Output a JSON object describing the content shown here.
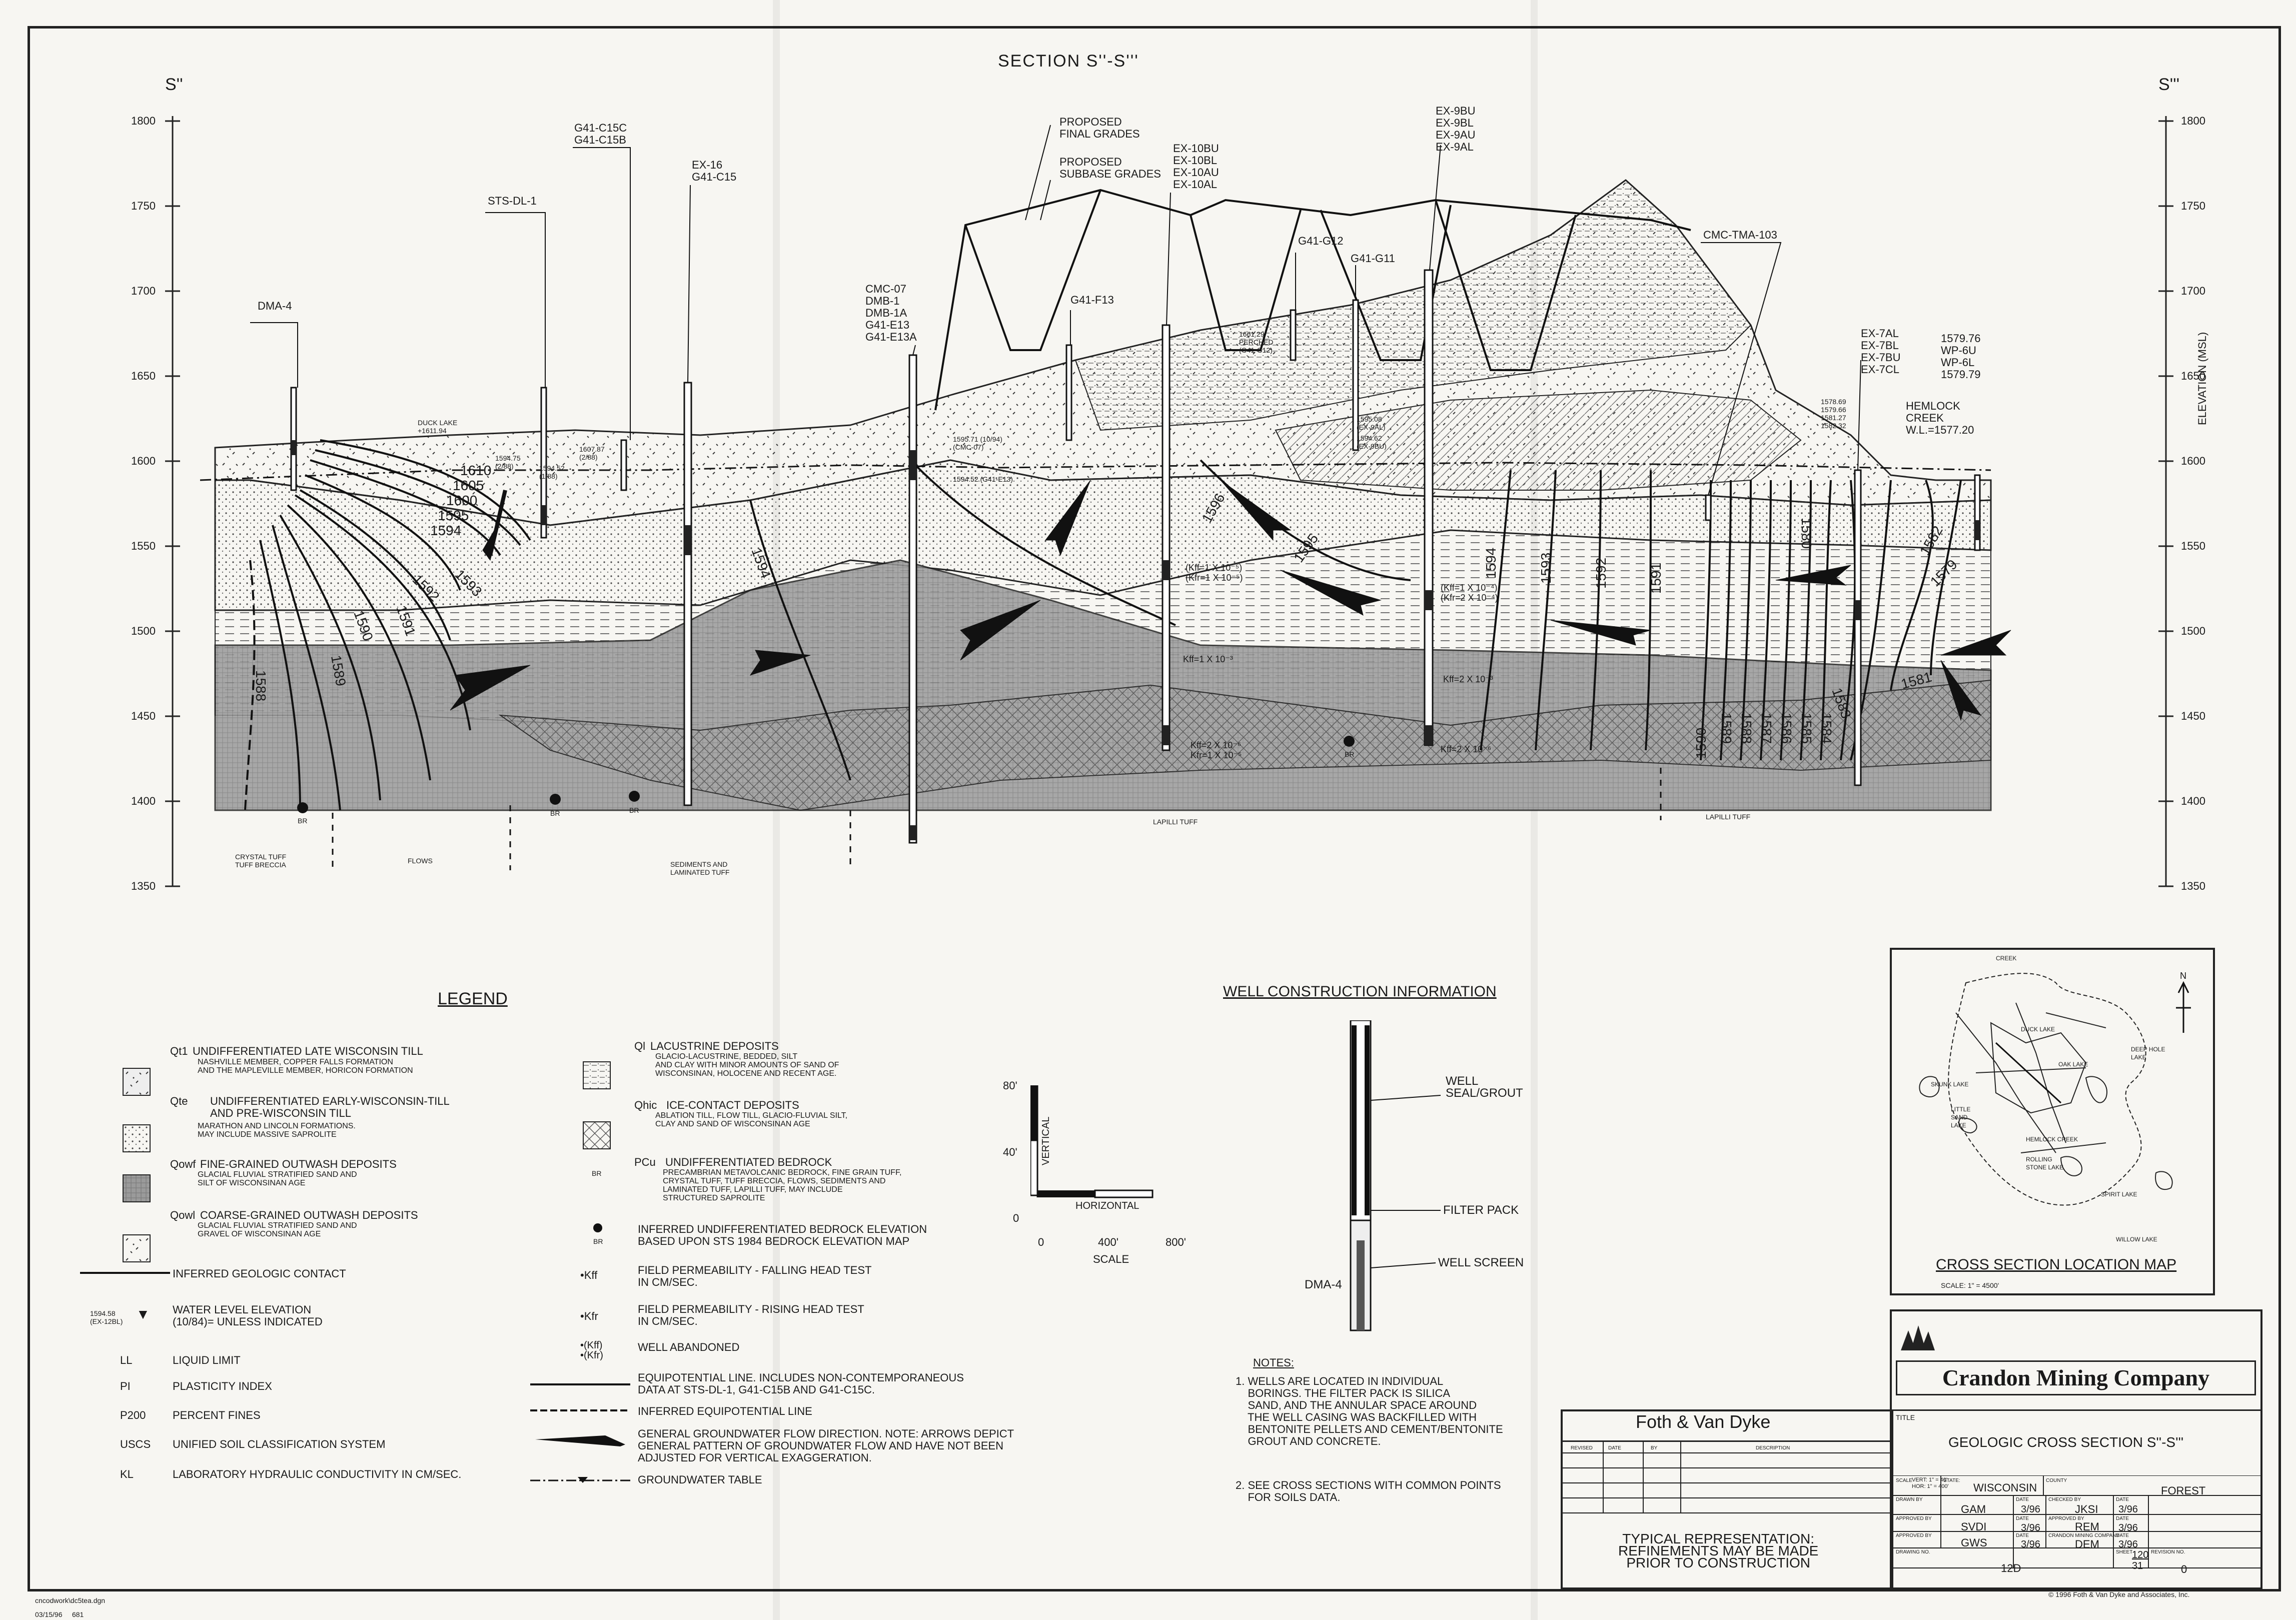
{
  "section": {
    "title": "SECTION S''-S'''",
    "left_label": "S''",
    "right_label": "S'''",
    "elevation_axis_label": "ELEVATION (MSL)",
    "y_ticks": [
      "1800",
      "1750",
      "1700",
      "1650",
      "1600",
      "1550",
      "1500",
      "1450",
      "1400",
      "1350"
    ],
    "proposed_final": "PROPOSED\nFINAL GRADES",
    "proposed_subbase": "PROPOSED\nSUBBASE GRADES",
    "duck_lake": "DUCK LAKE\n+1611.94",
    "hemlock_creek": "HEMLOCK\nCREEK\nW.L.=1577.20",
    "perched": "1661.29\nPERCHED\n(G41-G12)",
    "wells": [
      {
        "id": "dma4",
        "label": "DMA-4"
      },
      {
        "id": "stsdl1",
        "label": "STS-DL-1"
      },
      {
        "id": "g41c15c",
        "label": "G41-C15C\nG41-C15B"
      },
      {
        "id": "ex16",
        "label": "EX-16\nG41-C15"
      },
      {
        "id": "cmc07",
        "label": "CMC-07\nDMB-1\nDMB-1A\nG41-E13\nG41-E13A"
      },
      {
        "id": "g41f13",
        "label": "G41-F13"
      },
      {
        "id": "ex10bu",
        "label": "EX-10BU\nEX-10BL\nEX-10AU\nEX-10AL"
      },
      {
        "id": "g41g12",
        "label": "G41-G12"
      },
      {
        "id": "g41g11",
        "label": "G41-G11"
      },
      {
        "id": "ex9bu",
        "label": "EX-9BU\nEX-9BL\nEX-9AU\nEX-9AL"
      },
      {
        "id": "cmctma103",
        "label": "CMC-TMA-103"
      },
      {
        "id": "ex7al",
        "label": "EX-7AL\nEX-7BL\nEX-7BU\nEX-7CL"
      },
      {
        "id": "wp6u",
        "label": "1579.76\nWP-6U\nWP-6L\n1579.79"
      }
    ],
    "equipotentials_left": [
      "1610",
      "1605",
      "1600",
      "1595",
      "1594",
      "1593",
      "1592",
      "1591",
      "1590",
      "1589",
      "1588"
    ],
    "equipotentials_mid": [
      "1594",
      "1596",
      "1595"
    ],
    "equipotentials_right": [
      "1594",
      "1593",
      "1592",
      "1591",
      "1590",
      "1589",
      "1588",
      "1587",
      "1586",
      "1585",
      "1584",
      "1583",
      "1582",
      "1581",
      "1580",
      "1579"
    ],
    "bottom_labels": {
      "crystal_tuff": "CRYSTAL TUFF\nTUFF BRECCIA",
      "flows": "FLOWS",
      "sediments": "SEDIMENTS AND\nLAMINATED TUFF",
      "lapilli1": "LAPILLI TUFF",
      "lapilli2": "LAPILLI TUFF",
      "br": "BR"
    },
    "perm_labels": [
      "(Kff=1 X 10⁻⁵)\n(Kfr=1 X 10⁻⁵)",
      "Kff=1 X 10⁻³",
      "Kff=2 X 10⁻⁶\nKfr=1 X 10⁻⁵",
      "(Kff=1 X 10⁻⁴)\n(Kfr=2 X 10⁻⁴)",
      "Kff=2 X 10⁻³",
      "Kff=2 X 10⁻⁶"
    ],
    "water_levels": [
      "1594.75\n(2/88)",
      "1594.52\n(1/88)",
      "1607.87\n(2/88)",
      "1595.71 (10/94)\n(CMC-07)",
      "1594.52 (G41-E13)",
      "1595.08\n(EX-9AL)",
      "1594.62\n(EX-9BU)",
      "1578.69\n1579.66\n1581.27\n1582.32"
    ]
  },
  "legend": {
    "title": "LEGEND",
    "units_left": [
      {
        "code": "Qt1",
        "name": "UNDIFFERENTIATED LATE WISCONSIN TILL",
        "desc": "NASHVILLE MEMBER, COPPER FALLS FORMATION\nAND THE MAPLEVILLE MEMBER, HORICON FORMATION"
      },
      {
        "code": "Qte",
        "name": "UNDIFFERENTIATED EARLY-WISCONSIN-TILL\nAND PRE-WISCONSIN TILL",
        "desc": "MARATHON AND LINCOLN FORMATIONS.\nMAY INCLUDE MASSIVE SAPROLITE"
      },
      {
        "code": "Qowf",
        "name": "FINE-GRAINED OUTWASH DEPOSITS",
        "desc": "GLACIAL FLUVIAL STRATIFIED SAND AND\nSILT OF WISCONSINAN AGE"
      },
      {
        "code": "Qowl",
        "name": "COARSE-GRAINED OUTWASH DEPOSITS",
        "desc": "GLACIAL FLUVIAL STRATIFIED SAND AND\nGRAVEL OF WISCONSINAN AGE"
      }
    ],
    "units_right": [
      {
        "code": "Ql",
        "name": "LACUSTRINE DEPOSITS",
        "desc": "GLACIO-LACUSTRINE, BEDDED, SILT\nAND CLAY WITH MINOR AMOUNTS OF SAND OF\nWISCONSINAN, HOLOCENE AND RECENT AGE."
      },
      {
        "code": "Qhic",
        "name": "ICE-CONTACT DEPOSITS",
        "desc": "ABLATION TILL, FLOW TILL, GLACIO-FLUVIAL SILT,\nCLAY AND SAND OF WISCONSINAN AGE"
      },
      {
        "code": "PCu",
        "name": "UNDIFFERENTIATED BEDROCK",
        "desc": "PRECAMBRIAN METAVOLCANIC BEDROCK, FINE GRAIN TUFF,\nCRYSTAL TUFF, TUFF BRECCIA, FLOWS, SEDIMENTS AND\nLAMINATED TUFF, LAPILLI TUFF, MAY INCLUDE\nSTRUCTURED SAPROLITE"
      }
    ],
    "inferred_contact": "INFERRED GEOLOGIC CONTACT",
    "water_level": "WATER LEVEL ELEVATION\n(10/84)= UNLESS INDICATED",
    "water_level_sym": "1594.58\n(EX-12BL)",
    "abbrevs": [
      {
        "k": "LL",
        "v": "LIQUID LIMIT"
      },
      {
        "k": "PI",
        "v": "PLASTICITY INDEX"
      },
      {
        "k": "P200",
        "v": "PERCENT FINES"
      },
      {
        "k": "USCS",
        "v": "UNIFIED SOIL CLASSIFICATION SYSTEM"
      },
      {
        "k": "KL",
        "v": "LABORATORY HYDRAULIC CONDUCTIVITY IN CM/SEC."
      }
    ],
    "bedrock_elev": "INFERRED UNDIFFERENTIATED BEDROCK ELEVATION\nBASED UPON STS 1984 BEDROCK ELEVATION MAP",
    "br": "BR",
    "kff_sym": "•Kff",
    "kff": "FIELD PERMEABILITY - FALLING HEAD TEST\nIN CM/SEC.",
    "kfr_sym": "•Kfr",
    "kfr": "FIELD PERMEABILITY - RISING HEAD TEST\nIN CM/SEC.",
    "abandoned_sym": "•(Kff)\n•(Kfr)",
    "abandoned": "WELL ABANDONED",
    "equipotential": "EQUIPOTENTIAL LINE. INCLUDES NON-CONTEMPORANEOUS\nDATA AT STS-DL-1, G41-C15B AND G41-C15C.",
    "inferred_equip": "INFERRED EQUIPOTENTIAL LINE",
    "flow": "GENERAL GROUNDWATER FLOW DIRECTION. NOTE: ARROWS DEPICT\nGENERAL PATTERN OF GROUNDWATER FLOW AND HAVE NOT BEEN\nADJUSTED FOR VERTICAL EXAGGERATION.",
    "gw_table": "GROUNDWATER TABLE"
  },
  "scale": {
    "vertical": "VERTICAL",
    "horizontal": "HORIZONTAL",
    "label": "SCALE",
    "v_ticks": [
      "80'",
      "40'",
      "0"
    ],
    "h_ticks": [
      "0",
      "400'",
      "800'"
    ]
  },
  "well_info": {
    "title": "WELL CONSTRUCTION INFORMATION",
    "seal": "WELL\nSEAL/GROUT",
    "filter": "FILTER PACK",
    "screen": "WELL SCREEN",
    "well": "DMA-4"
  },
  "notes": {
    "title": "NOTES:",
    "items": [
      "1. WELLS ARE LOCATED IN INDIVIDUAL\n    BORINGS. THE FILTER PACK IS SILICA\n    SAND, AND THE ANNULAR SPACE AROUND\n    THE WELL CASING WAS BACKFILLED WITH\n    BENTONITE PELLETS AND CEMENT/BENTONITE\n    GROUT AND CONCRETE.",
      "2. SEE CROSS SECTIONS WITH COMMON POINTS\n    FOR SOILS DATA."
    ]
  },
  "map": {
    "title": "CROSS SECTION LOCATION MAP",
    "scale": "SCALE: 1\" = 4500'",
    "labels": [
      "CREEK",
      "DUCK LAKE",
      "LITTLE SAND LAKE",
      "SKUNK LAKE",
      "HEMLOCK CREEK",
      "DEEP HOLE LAKE",
      "ROLLING STONE LAKE",
      "OAK LAKE",
      "SPIRIT LAKE",
      "WILLOW LAKE"
    ]
  },
  "title_block": {
    "company": "Crandon Mining Company",
    "firm": "Foth & Van Dyke",
    "rev_headers": [
      "REVISED",
      "DATE",
      "BY",
      "DESCRIPTION"
    ],
    "typical": "TYPICAL REPRESENTATION:\nREFINEMENTS MAY BE MADE\nPRIOR TO CONSTRUCTION",
    "title_label": "TITLE",
    "title": "GEOLOGIC CROSS SECTION S''-S'''",
    "scale_label": "SCALE",
    "scale_val": "VERT: 1\" = 40'\nHOR: 1\" = 400'",
    "state_label": "STATE:",
    "state": "WISCONSIN",
    "county_label": "COUNTY",
    "county": "FOREST",
    "drawn_label": "DRAWN BY",
    "drawn": "GAM",
    "date1": "3/96",
    "checked_label": "CHECKED BY",
    "checked": "JKSI",
    "date2": "3/96",
    "approved_label": "APPROVED BY",
    "approved1": "SVDI",
    "date3": "3/96",
    "approved2": "REM",
    "date4": "3/96",
    "approved3": "GWS",
    "date5": "3/96",
    "cmc_label": "CRANDON MINING COMPANY",
    "cmc": "DEM",
    "date6": "3/96",
    "date_label": "DATE",
    "drawing_label": "DRAWING NO.",
    "drawing": "12D",
    "sheet_label": "SHEET",
    "sheet": "120",
    "of": "31",
    "revision_label": "REVISION NO.",
    "revision": "0",
    "copyright": "© 1996 Foth & Van Dyke and Associates, Inc."
  },
  "file_path": "cncodwork\\dc5tea.dgn",
  "file_date": "03/15/96     681"
}
